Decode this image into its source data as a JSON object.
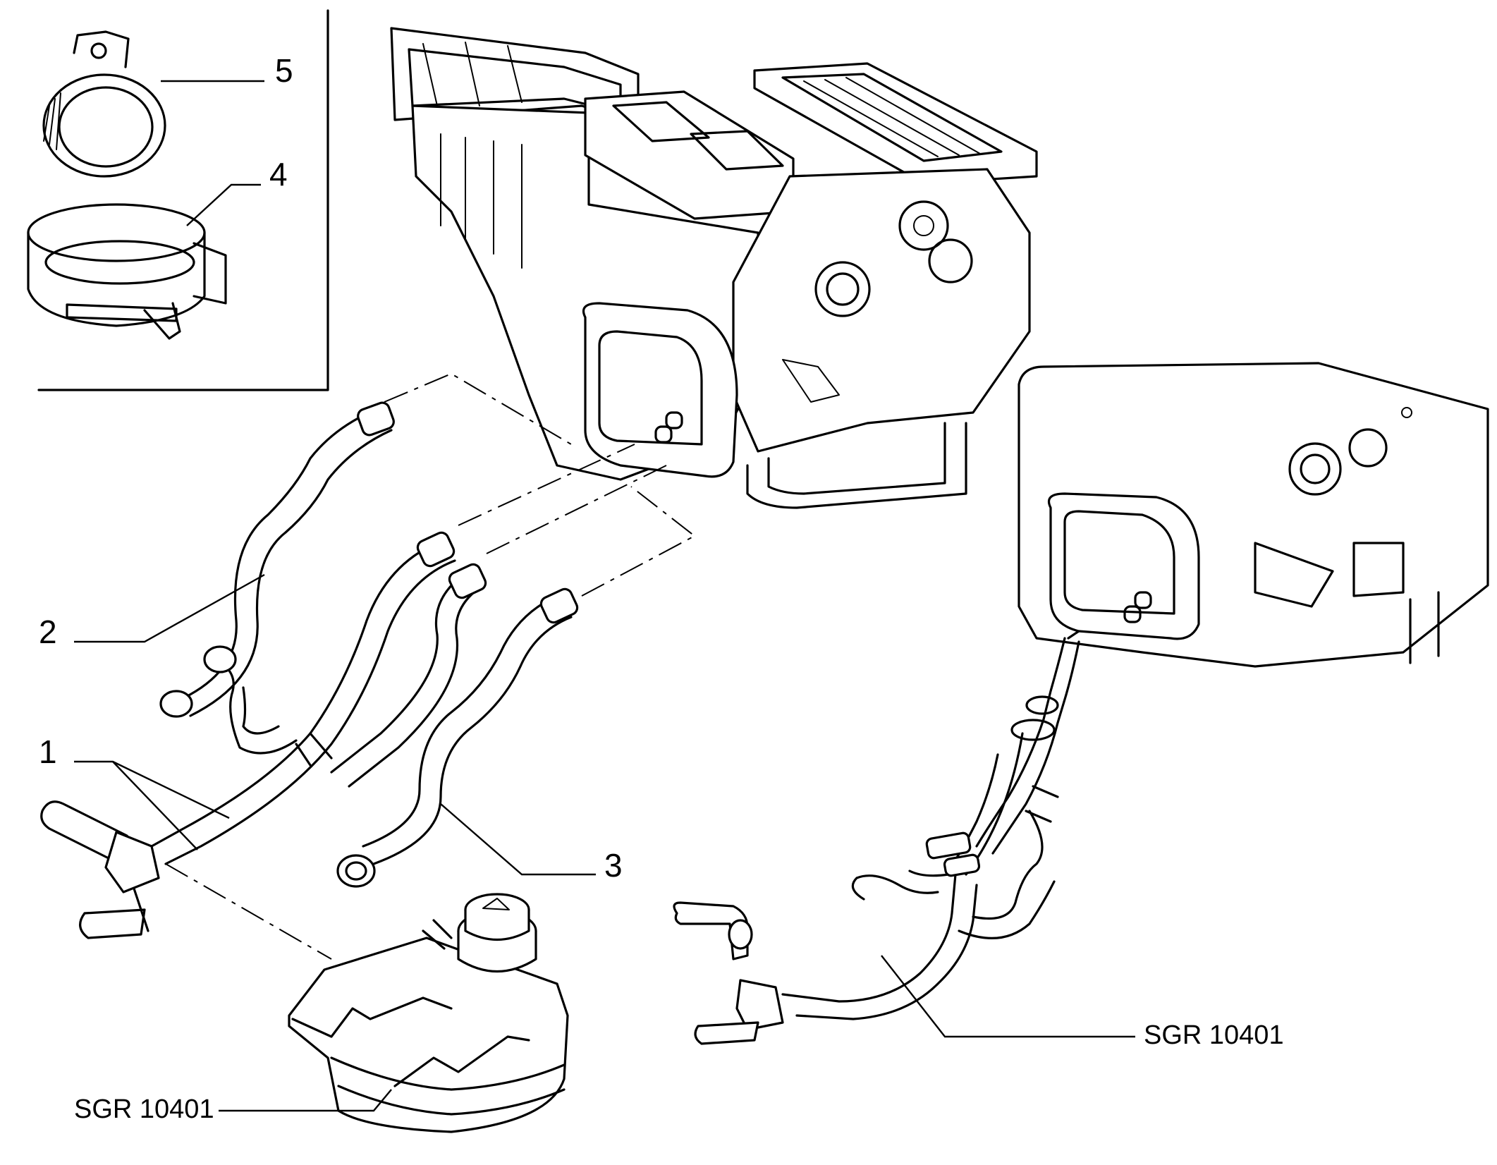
{
  "callouts": {
    "c1": "1",
    "c2": "2",
    "c3": "3",
    "c4": "4",
    "c5": "5",
    "ref_left": "SGR 10401",
    "ref_right": "SGR 10401"
  },
  "colors": {
    "ink": "#000000",
    "paper": "#ffffff"
  }
}
